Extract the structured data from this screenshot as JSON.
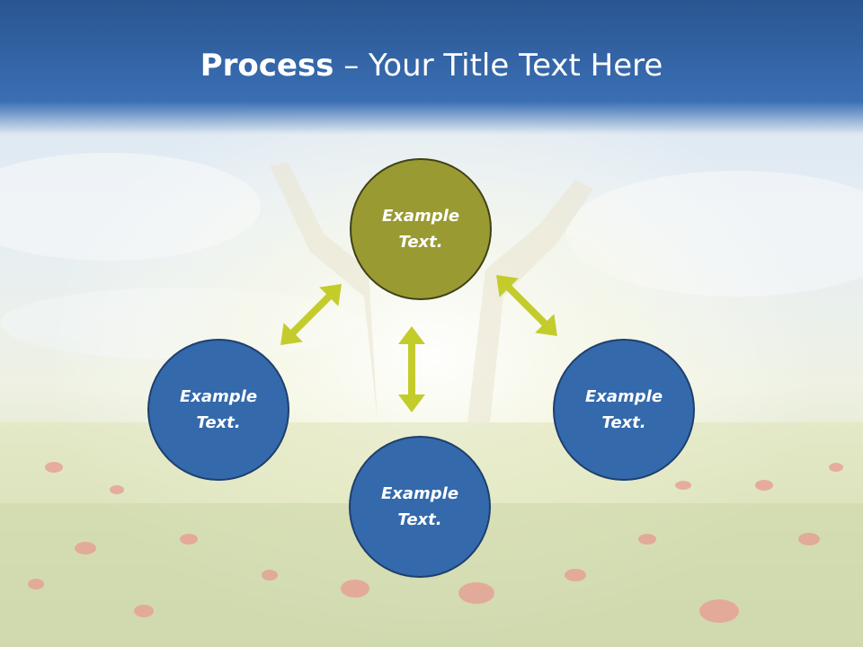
{
  "title": {
    "bold": "Process",
    "rest": " – Your Title Text Here"
  },
  "nodes": {
    "top": {
      "text": "Example Text.",
      "color": "#9a9a33"
    },
    "left": {
      "text": "Example Text.",
      "color": "#3469ab"
    },
    "right": {
      "text": "Example Text.",
      "color": "#3469ab"
    },
    "bottom": {
      "text": "Example Text.",
      "color": "#3469ab"
    }
  },
  "arrow_color": "#c4cc2c",
  "header_color": "#2e5f9e"
}
